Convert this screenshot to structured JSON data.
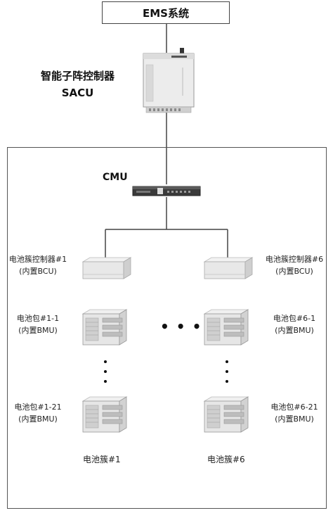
{
  "ems": {
    "label": "EMS系统"
  },
  "sacu": {
    "label_line1": "智能子阵控制器",
    "label_line2": "SACU"
  },
  "cmu": {
    "label": "CMU"
  },
  "left_column": {
    "controller_line1": "电池簇控制器#1",
    "controller_line2": "(内置BCU)",
    "pack1_line1": "电池包#1-1",
    "pack1_line2": "(内置BMU)",
    "pack21_line1": "电池包#1-21",
    "pack21_line2": "(内置BMU)",
    "cluster_label": "电池簇#1"
  },
  "right_column": {
    "controller_line1": "电池簇控制器#6",
    "controller_line2": "(内置BCU)",
    "pack1_line1": "电池包#6-1",
    "pack1_line2": "(内置BMU)",
    "pack21_line1": "电池包#6-21",
    "pack21_line2": "(内置BMU)",
    "cluster_label": "电池簇#6"
  },
  "colors": {
    "line": "#444444",
    "device": "#e4e4e4",
    "device_dark": "#bdbdbd",
    "frame": "#555555"
  }
}
